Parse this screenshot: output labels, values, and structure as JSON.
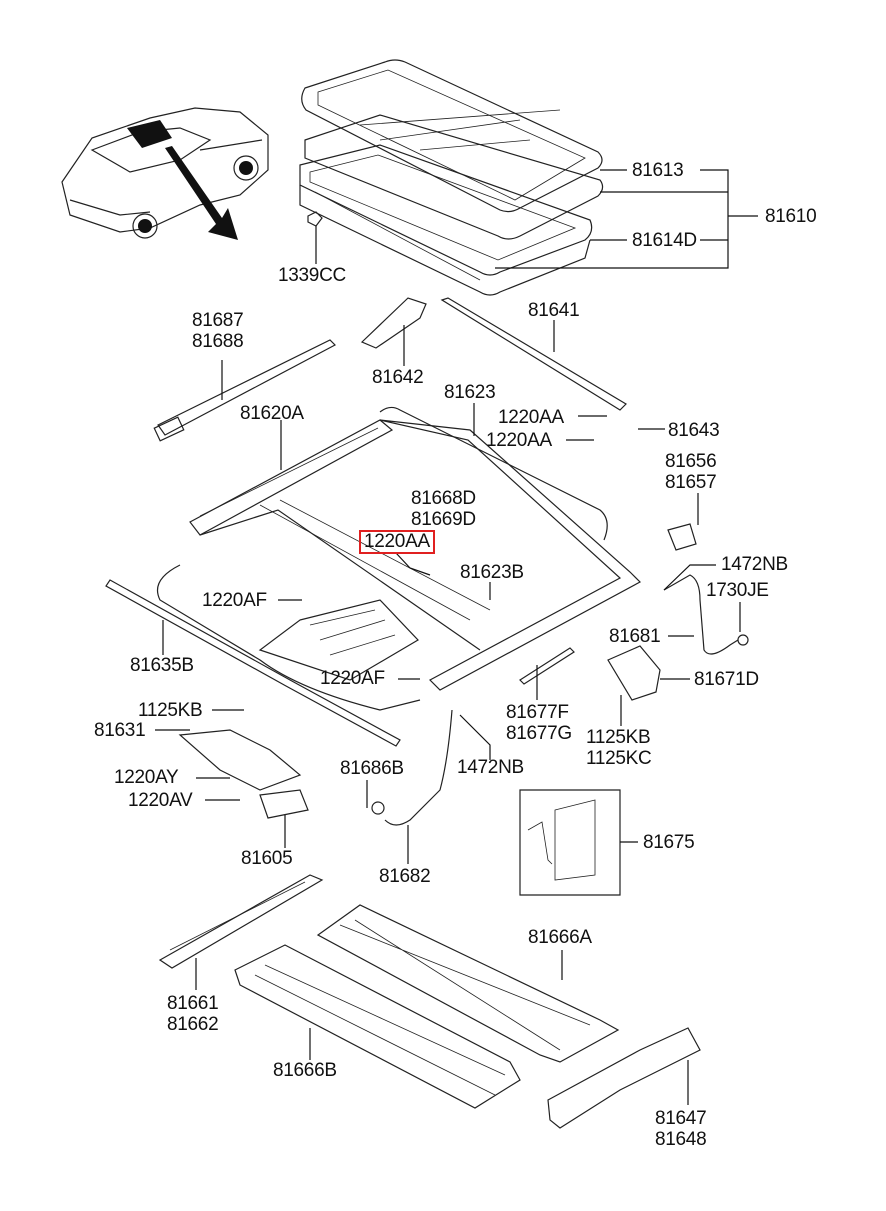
{
  "diagram": {
    "title": "Sunroof assembly exploded parts diagram",
    "highlight_color": "#e02020",
    "callouts": [
      {
        "id": "c81613",
        "text": "81613"
      },
      {
        "id": "c81610",
        "text": "81610"
      },
      {
        "id": "c81614D",
        "text": "81614D"
      },
      {
        "id": "c1339CC",
        "text": "1339CC"
      },
      {
        "id": "c81687",
        "text": "81687\n81688"
      },
      {
        "id": "c81641",
        "text": "81641"
      },
      {
        "id": "c81642",
        "text": "81642"
      },
      {
        "id": "c81623",
        "text": "81623"
      },
      {
        "id": "c81620A",
        "text": "81620A"
      },
      {
        "id": "c1220AA_a",
        "text": "1220AA"
      },
      {
        "id": "c1220AA_b",
        "text": "1220AA"
      },
      {
        "id": "c81643",
        "text": "81643"
      },
      {
        "id": "c81656",
        "text": "81656\n81657"
      },
      {
        "id": "c81668D",
        "text": "81668D\n81669D"
      },
      {
        "id": "c1220AA_hl",
        "text": "1220AA"
      },
      {
        "id": "c81623B",
        "text": "81623B"
      },
      {
        "id": "c1472NB_a",
        "text": "1472NB"
      },
      {
        "id": "c1730JE",
        "text": "1730JE"
      },
      {
        "id": "c1220AF_a",
        "text": "1220AF"
      },
      {
        "id": "c81635B",
        "text": "81635B"
      },
      {
        "id": "c81681",
        "text": "81681"
      },
      {
        "id": "c1220AF_b",
        "text": "1220AF"
      },
      {
        "id": "c81671D",
        "text": "81671D"
      },
      {
        "id": "c1125KB_a",
        "text": "1125KB"
      },
      {
        "id": "c81631",
        "text": "81631"
      },
      {
        "id": "c81677F",
        "text": "81677F\n81677G"
      },
      {
        "id": "c1125KB_b",
        "text": "1125KB\n1125KC"
      },
      {
        "id": "c1220AY",
        "text": "1220AY"
      },
      {
        "id": "c81686B",
        "text": "81686B"
      },
      {
        "id": "c1472NB_b",
        "text": "1472NB"
      },
      {
        "id": "c1220AV",
        "text": "1220AV"
      },
      {
        "id": "c81605",
        "text": "81605"
      },
      {
        "id": "c81682",
        "text": "81682"
      },
      {
        "id": "c81675",
        "text": "81675"
      },
      {
        "id": "c81666A",
        "text": "81666A"
      },
      {
        "id": "c81661",
        "text": "81661\n81662"
      },
      {
        "id": "c81666B",
        "text": "81666B"
      },
      {
        "id": "c81647",
        "text": "81647\n81648"
      }
    ]
  }
}
